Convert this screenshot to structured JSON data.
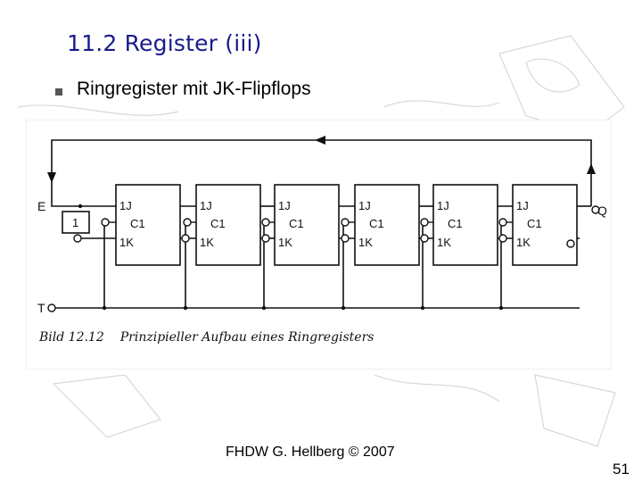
{
  "slide": {
    "title": "11.2 Register (iii)",
    "bullet": "Ringregister mit JK-Flipflops",
    "footer": "FHDW G. Hellberg © 2007",
    "page_number": "51"
  },
  "figure": {
    "input_e": "E",
    "clock_t": "T",
    "output_q": "Q",
    "const_one": "1",
    "caption_number": "Bild 12.12",
    "caption_text": "Prinzipieller Aufbau eines Ringregisters",
    "flipflops": [
      {
        "j": "1J",
        "c": "C1",
        "k": "1K"
      },
      {
        "j": "1J",
        "c": "C1",
        "k": "1K"
      },
      {
        "j": "1J",
        "c": "C1",
        "k": "1K"
      },
      {
        "j": "1J",
        "c": "C1",
        "k": "1K"
      },
      {
        "j": "1J",
        "c": "C1",
        "k": "1K"
      },
      {
        "j": "1J",
        "c": "C1",
        "k": "1K"
      }
    ]
  }
}
